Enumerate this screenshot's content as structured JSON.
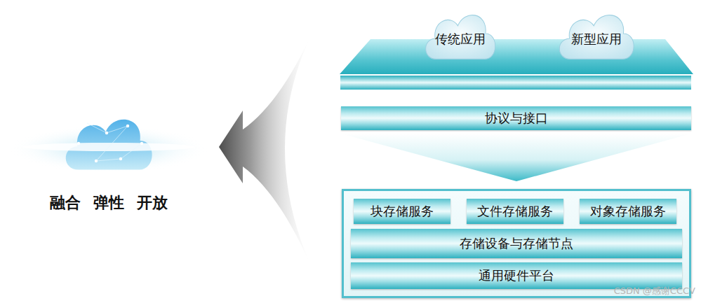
{
  "diagram": {
    "nodes": [
      {
        "text": [
          "融合 弹性 开放"
        ]
      },
      {
        "text": [
          "传统应用"
        ]
      },
      {
        "text": [
          "新型应用"
        ]
      },
      {
        "text": [
          "协议与接口"
        ]
      },
      {
        "text": []
      },
      {
        "text": [
          "块存储服务"
        ],
        "in": 4
      },
      {
        "text": [
          "文件存储服务"
        ],
        "in": 4
      },
      {
        "text": [
          "对象存储服务"
        ],
        "in": 4
      },
      {
        "text": [
          "存储设备与存储节点"
        ],
        "in": 4
      },
      {
        "text": [
          "通用硬件平台"
        ],
        "in": 4
      }
    ],
    "edges": [
      {
        "from": 4,
        "to": 0,
        "arrow": "to"
      }
    ],
    "labels": [
      "CSDN @感谢CCCV"
    ]
  }
}
